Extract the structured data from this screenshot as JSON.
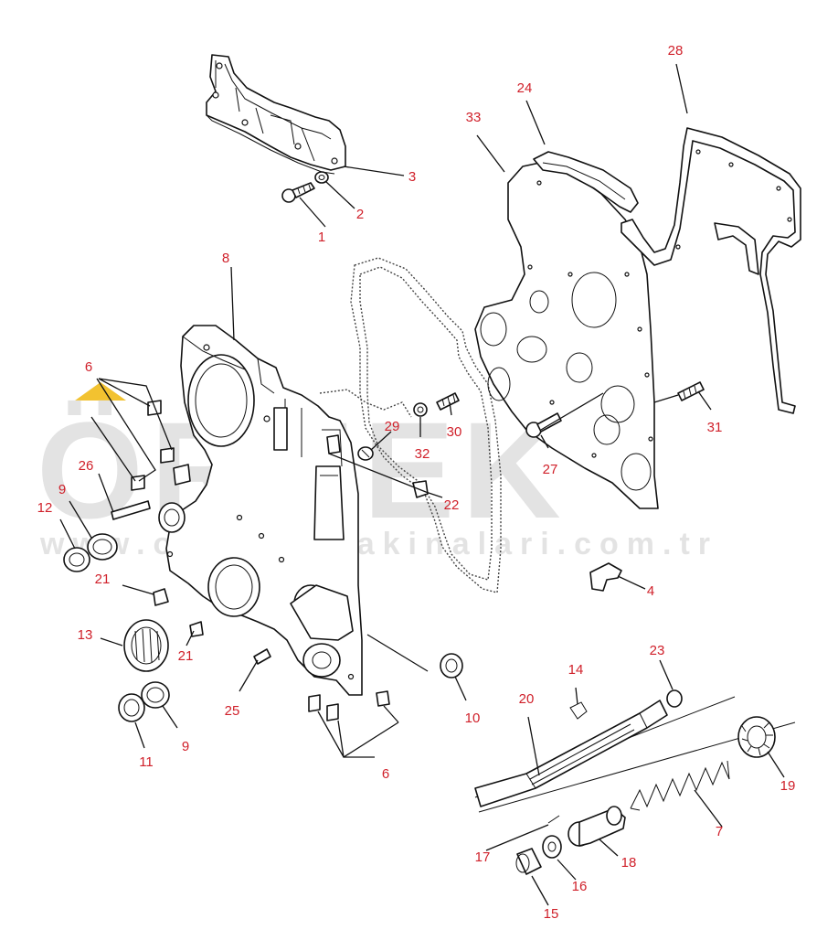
{
  "watermark": {
    "brand": "ÖRNEK",
    "url": "www.ornekismakinalari.com.tr",
    "accent_color": "#f2c230"
  },
  "colors": {
    "label": "#d0202a",
    "line": "#111111",
    "watermark": "#e3e3e3"
  },
  "callouts": [
    {
      "id": "c1",
      "text": "1"
    },
    {
      "id": "c2",
      "text": "2"
    },
    {
      "id": "c3",
      "text": "3"
    },
    {
      "id": "c4",
      "text": "4"
    },
    {
      "id": "c6a",
      "text": "6"
    },
    {
      "id": "c6b",
      "text": "6"
    },
    {
      "id": "c7",
      "text": "7"
    },
    {
      "id": "c8",
      "text": "8"
    },
    {
      "id": "c9a",
      "text": "9"
    },
    {
      "id": "c9b",
      "text": "9"
    },
    {
      "id": "c10",
      "text": "10"
    },
    {
      "id": "c11",
      "text": "11"
    },
    {
      "id": "c12",
      "text": "12"
    },
    {
      "id": "c13",
      "text": "13"
    },
    {
      "id": "c14",
      "text": "14"
    },
    {
      "id": "c15",
      "text": "15"
    },
    {
      "id": "c16",
      "text": "16"
    },
    {
      "id": "c17",
      "text": "17"
    },
    {
      "id": "c18",
      "text": "18"
    },
    {
      "id": "c19",
      "text": "19"
    },
    {
      "id": "c20",
      "text": "20"
    },
    {
      "id": "c21a",
      "text": "21"
    },
    {
      "id": "c21b",
      "text": "21"
    },
    {
      "id": "c22",
      "text": "22"
    },
    {
      "id": "c23",
      "text": "23"
    },
    {
      "id": "c24",
      "text": "24"
    },
    {
      "id": "c25",
      "text": "25"
    },
    {
      "id": "c26",
      "text": "26"
    },
    {
      "id": "c27",
      "text": "27"
    },
    {
      "id": "c28",
      "text": "28"
    },
    {
      "id": "c29",
      "text": "29"
    },
    {
      "id": "c30",
      "text": "30"
    },
    {
      "id": "c31",
      "text": "31"
    },
    {
      "id": "c32",
      "text": "32"
    },
    {
      "id": "c33",
      "text": "33"
    }
  ]
}
